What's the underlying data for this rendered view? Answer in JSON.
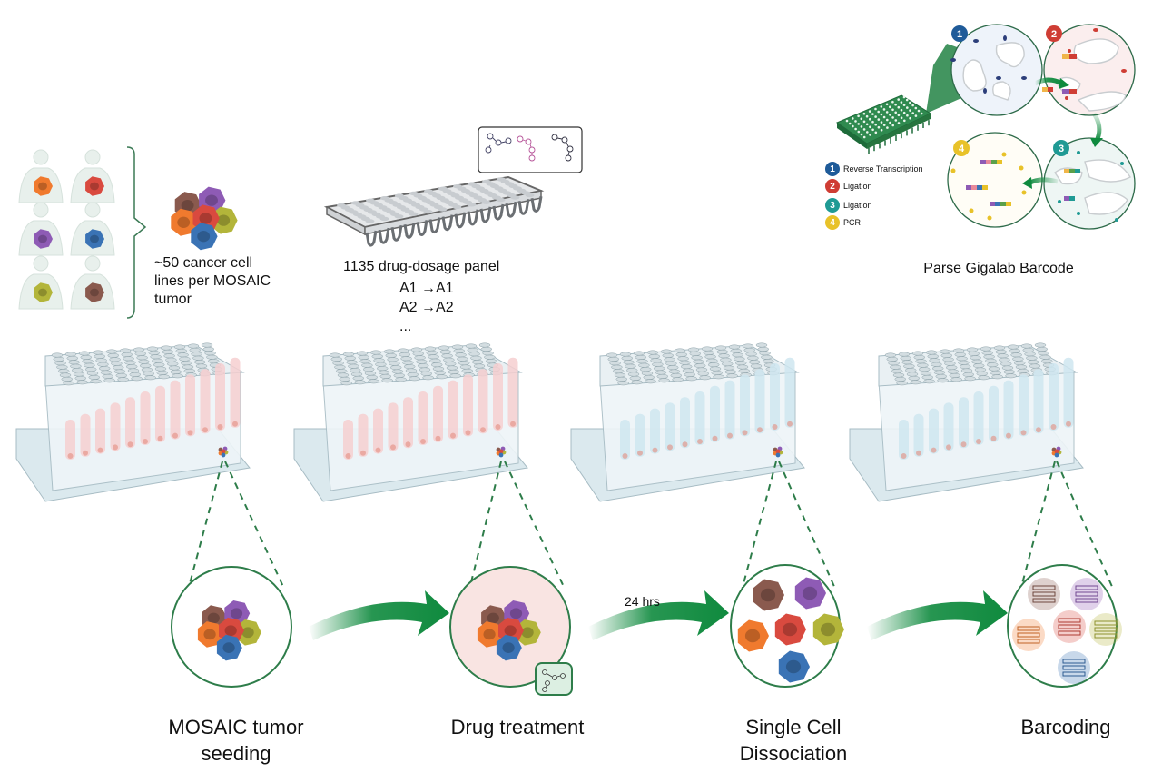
{
  "diagram": {
    "title": "MOSAIC tumor drug screening workflow",
    "patients": {
      "tumor_colors": [
        "#f07a2e",
        "#d94a3f",
        "#8e5bb5",
        "#3a73b5",
        "#b3b53a",
        "#8a5a4e"
      ],
      "caption_lines": [
        "~50 cancer cell",
        "lines per MOSAIC",
        "tumor"
      ]
    },
    "drug_panel": {
      "title": "1135 drug-dosage panel",
      "mappings": [
        "A1 →A1",
        "A2 →A2",
        "..."
      ]
    },
    "parse_barcode": {
      "title": "Parse Gigalab Barcode",
      "steps": [
        {
          "num": "1",
          "label": "Reverse Transcription",
          "color": "#1f5b99"
        },
        {
          "num": "2",
          "label": "Ligation",
          "color": "#cf3d34"
        },
        {
          "num": "3",
          "label": "Ligation",
          "color": "#1f9a94"
        },
        {
          "num": "4",
          "label": "PCR",
          "color": "#e8c229"
        }
      ]
    },
    "stages": [
      {
        "id": "seeding",
        "label_lines": [
          "MOSAIC tumor",
          "seeding"
        ],
        "plate_liquid": "pink"
      },
      {
        "id": "drug",
        "label_lines": [
          "Drug treatment"
        ],
        "plate_liquid": "pink"
      },
      {
        "id": "dissociation",
        "label_lines": [
          "Single Cell",
          "Dissociation"
        ],
        "plate_liquid": "blue"
      },
      {
        "id": "barcoding",
        "label_lines": [
          "Barcoding"
        ],
        "plate_liquid": "blue"
      }
    ],
    "arrow_labels": [
      "",
      "24 hrs",
      ""
    ],
    "colors": {
      "accent_green": "#0f8a3e",
      "outline_green": "#2e7d4a",
      "pink_liquid": "#f6cfd0",
      "blue_liquid": "#cfe6f0",
      "plate_frame": "#d8e7ec"
    }
  }
}
